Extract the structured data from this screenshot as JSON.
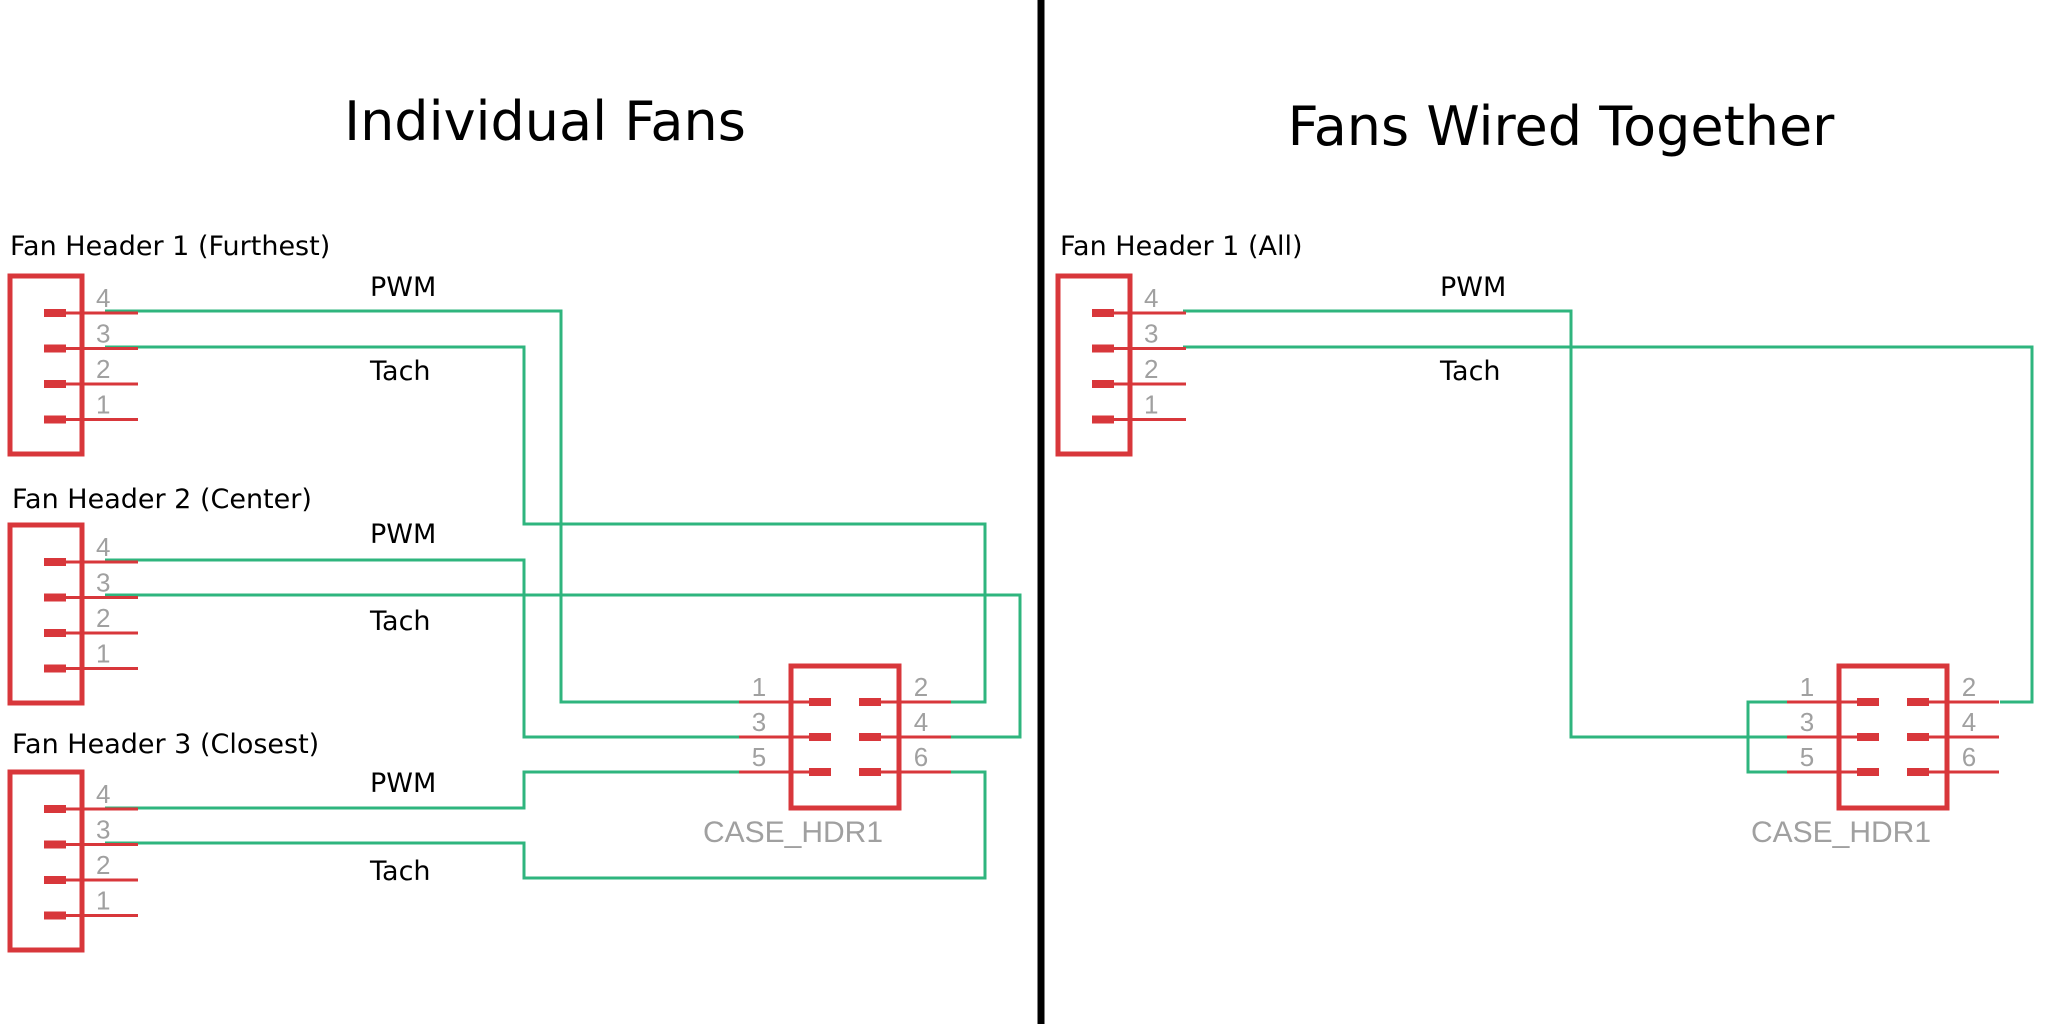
{
  "colors": {
    "part": "#d8373b",
    "wire": "#2fb57e",
    "pin_text": "#a0a0a0",
    "divider": "#000000",
    "text": "#000000"
  },
  "left_panel": {
    "title": "Individual Fans",
    "headers": [
      {
        "label": "Fan Header 1 (Furthest)",
        "pins": [
          "4",
          "3",
          "2",
          "1"
        ],
        "signals": [
          "PWM",
          "Tach"
        ]
      },
      {
        "label": "Fan Header 2 (Center)",
        "pins": [
          "4",
          "3",
          "2",
          "1"
        ],
        "signals": [
          "PWM",
          "Tach"
        ]
      },
      {
        "label": "Fan Header 3 (Closest)",
        "pins": [
          "4",
          "3",
          "2",
          "1"
        ],
        "signals": [
          "PWM",
          "Tach"
        ]
      }
    ],
    "case_header": {
      "name": "CASE_HDR1",
      "left_pins": [
        "1",
        "3",
        "5"
      ],
      "right_pins": [
        "2",
        "4",
        "6"
      ]
    }
  },
  "right_panel": {
    "title": "Fans Wired Together",
    "headers": [
      {
        "label": "Fan Header 1 (All)",
        "pins": [
          "4",
          "3",
          "2",
          "1"
        ],
        "signals": [
          "PWM",
          "Tach"
        ]
      }
    ],
    "case_header": {
      "name": "CASE_HDR1",
      "left_pins": [
        "1",
        "3",
        "5"
      ],
      "right_pins": [
        "2",
        "4",
        "6"
      ]
    }
  }
}
